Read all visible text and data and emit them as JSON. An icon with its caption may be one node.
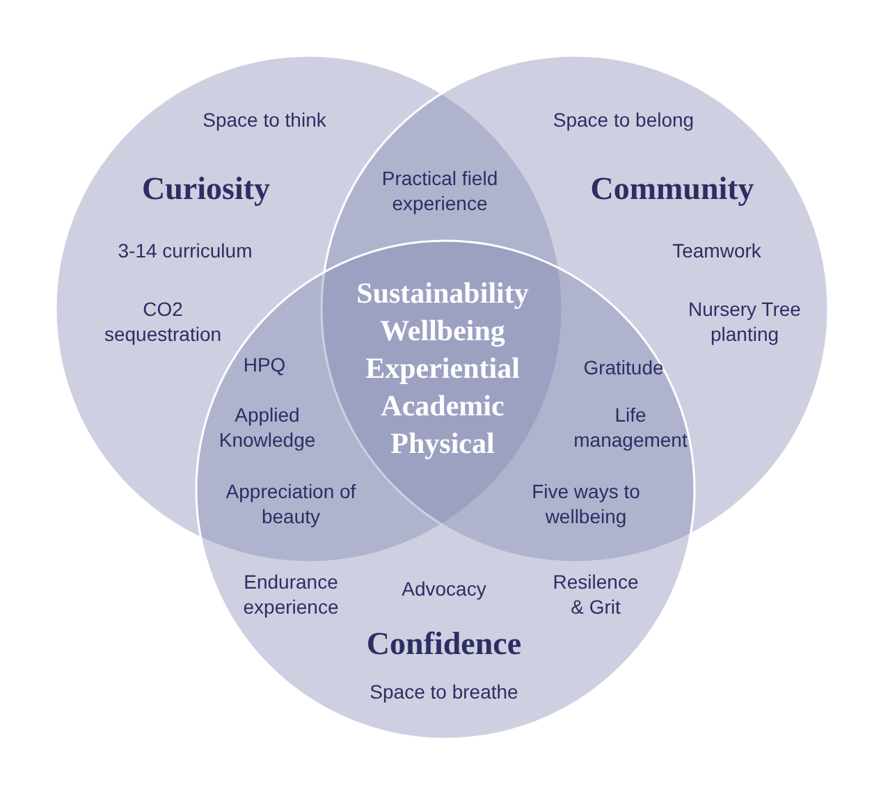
{
  "diagram": {
    "nodes": [
      {
        "text": [
          "Curiosity"
        ]
      },
      {
        "text": [
          "Community"
        ]
      },
      {
        "text": [
          "Confidence"
        ]
      }
    ],
    "labels": [
      "Space to think",
      "Space to belong",
      "Practical field experience",
      "3-14 curriculum",
      "Teamwork",
      "Sustainability",
      "CO2 sequestration",
      "Nursery Tree planting",
      "Wellbeing",
      "HPQ",
      "Gratitude",
      "Experiential",
      "Academic",
      "Applied Knowledge",
      "Life management",
      "Physical",
      "Appreciation of beauty",
      "Five ways to wellbeing",
      "Advocacy",
      "Endurance experience",
      "Resilence & Grit",
      "Space to breathe"
    ]
  }
}
